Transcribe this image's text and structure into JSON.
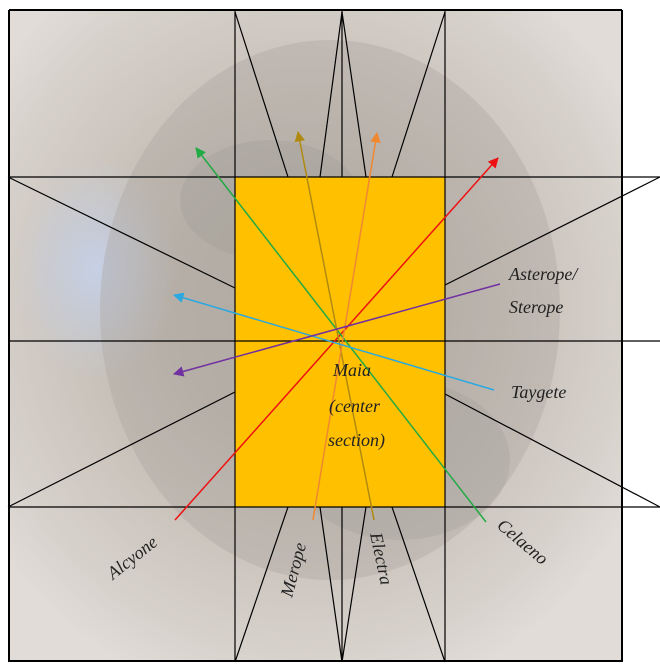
{
  "diagram": {
    "center_label": [
      "Maia",
      "(center",
      "section)"
    ],
    "labels": {
      "asterope": [
        "Asterope/",
        "Sterope"
      ],
      "taygete": "Taygete",
      "celaeno": "Celaeno",
      "electra": "Electra",
      "merope": "Merope",
      "alcyone": "Alcyone"
    },
    "colors": {
      "center_panel": "#FFC000",
      "alcyone": "#EE1111",
      "celaeno": "#22AA44",
      "electra": "#B08A10",
      "merope": "#F08830",
      "taygete": "#2AA8E0",
      "asterope": "#7030A0",
      "grid_lines": "#000000",
      "background_photo": "#8C7A6A"
    }
  }
}
